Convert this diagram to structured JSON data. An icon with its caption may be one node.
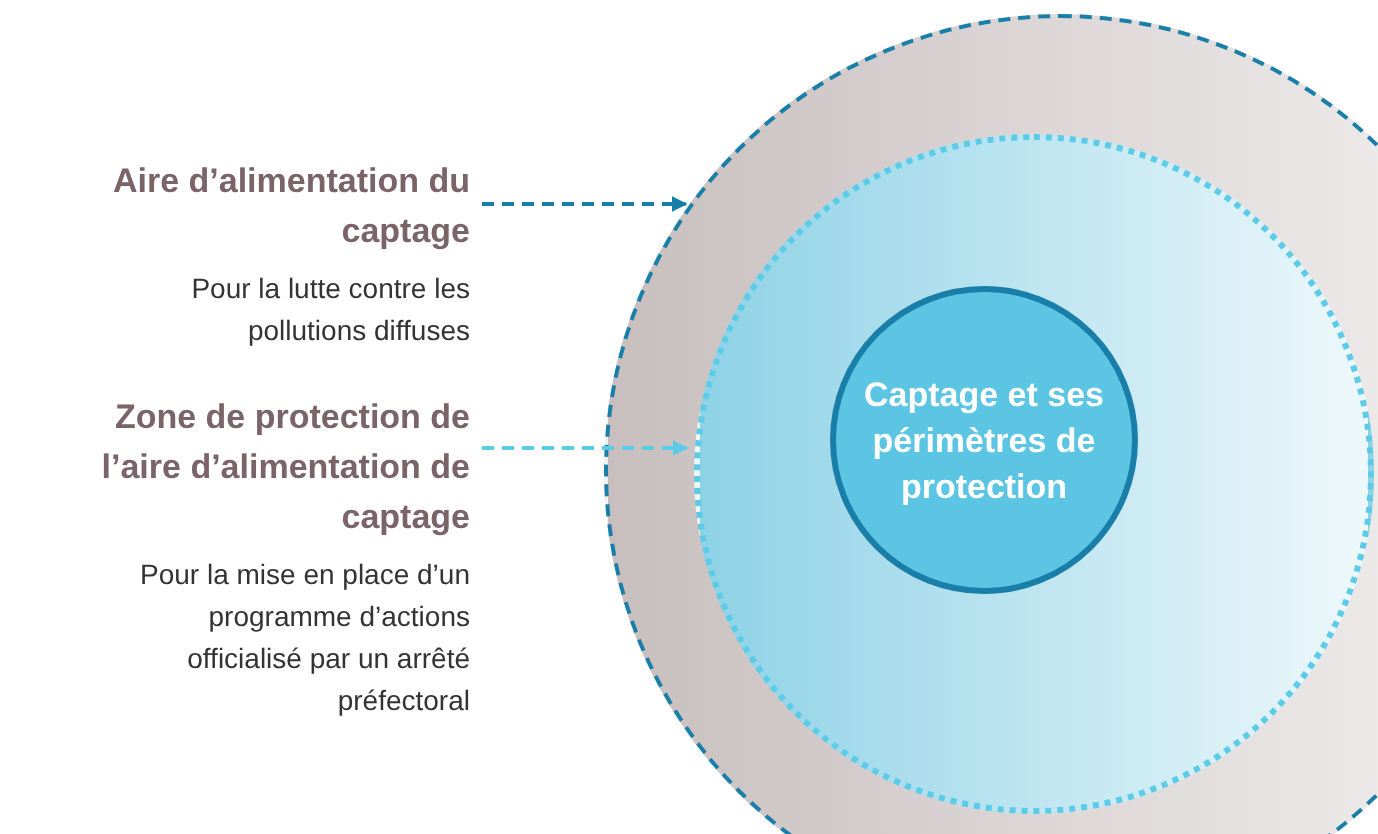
{
  "diagram": {
    "nodes": [
      {
        "text": [],
        "shape": "circle"
      },
      {
        "text": [],
        "shape": "circle",
        "in": 0
      },
      {
        "text": [
          "Captage et ses périmètres de protection"
        ],
        "in": 1
      },
      {
        "text": [
          "Aire d’alimentation du captage",
          "Pour la lutte contre les pollutions diffuses"
        ]
      },
      {
        "text": [
          "Zone de protection de l’aire d’alimentation de captage",
          "Pour la mise en place d’un programme d’actions officialisé par un arrêté préfectoral"
        ]
      }
    ],
    "edges": [
      {
        "from": 3,
        "to": 0,
        "arrow": "to",
        "style": "dashed",
        "color": "#1a7fa8"
      },
      {
        "from": 4,
        "to": 1,
        "arrow": "to",
        "style": "dashed",
        "color": "#5ccbe8"
      }
    ]
  }
}
